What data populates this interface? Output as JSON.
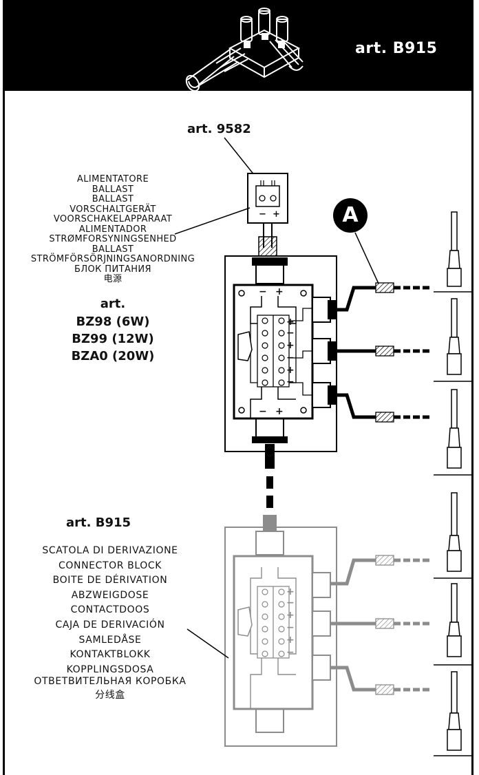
{
  "header": {
    "title": "art. B915",
    "icon": "connector-terminal-block-icon"
  },
  "ballast_component": {
    "title": "art.  9582",
    "minus": "−",
    "plus": "+"
  },
  "power_supply": {
    "labels": [
      "ALIMENTATORE",
      "BALLAST",
      "BALLAST",
      "VORSCHALTGERÄT",
      "VOORSCHAKELAPPARAAT",
      "ALIMENTADOR",
      "STRØMFORSYNINGSENHED",
      "BALLAST",
      "STRÖMFÖRSÖRJNINGSANORDNING",
      "БЛОК ПИТАНИЯ",
      "电源"
    ],
    "art": "art.",
    "codes": [
      "BZ98 (6W)",
      "BZ99 (12W)",
      "BZA0 (20W)"
    ]
  },
  "connector_block": {
    "title": "art.  B915",
    "labels": [
      "SCATOLA DI DERIVAZIONE",
      "CONNECTOR BLOCK",
      "BOITE DE DÉRIVATION",
      "ABZWEIGDOSE",
      "CONTACTDOOS",
      "CAJA DE DERIVACIÓN",
      "SAMLEDÅSE",
      "KONTAKTBLOKK",
      "KOPPLINGSDOSA",
      "ОТВЕТВИТЕЛЬНАЯ КОРОБКА",
      "分线盒"
    ]
  },
  "callout": {
    "label": "A"
  },
  "terminal_signs": {
    "plus": "+",
    "minus": "−"
  },
  "colors": {
    "header_bg": "#000000",
    "faded": "#8c8c8c",
    "line": "#000000"
  }
}
